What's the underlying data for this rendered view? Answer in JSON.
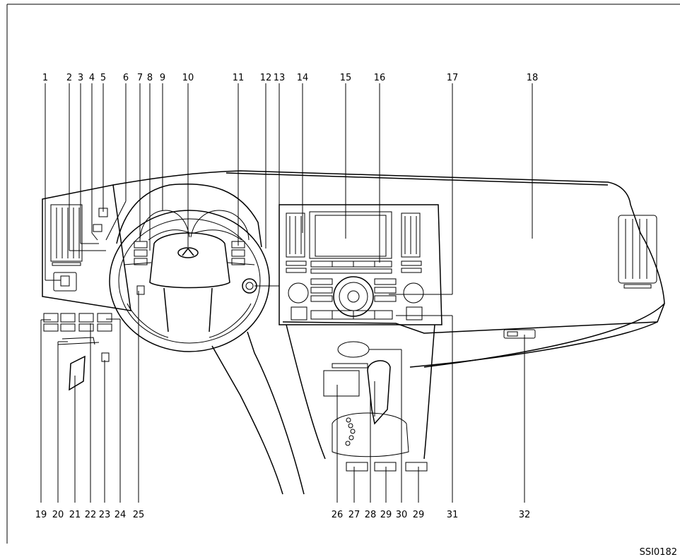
{
  "top_callouts": [
    "1",
    "2",
    "3",
    "4",
    "5",
    "6",
    "7",
    "8",
    "9",
    "10",
    "11",
    "12",
    "13",
    "14",
    "15",
    "16",
    "17",
    "18"
  ],
  "bottom_callouts": [
    "19",
    "20",
    "21",
    "22",
    "23",
    "24",
    "25",
    "26",
    "27",
    "28",
    "29",
    "30",
    "29",
    "31",
    "32"
  ],
  "figure_code": "SSI0182"
}
